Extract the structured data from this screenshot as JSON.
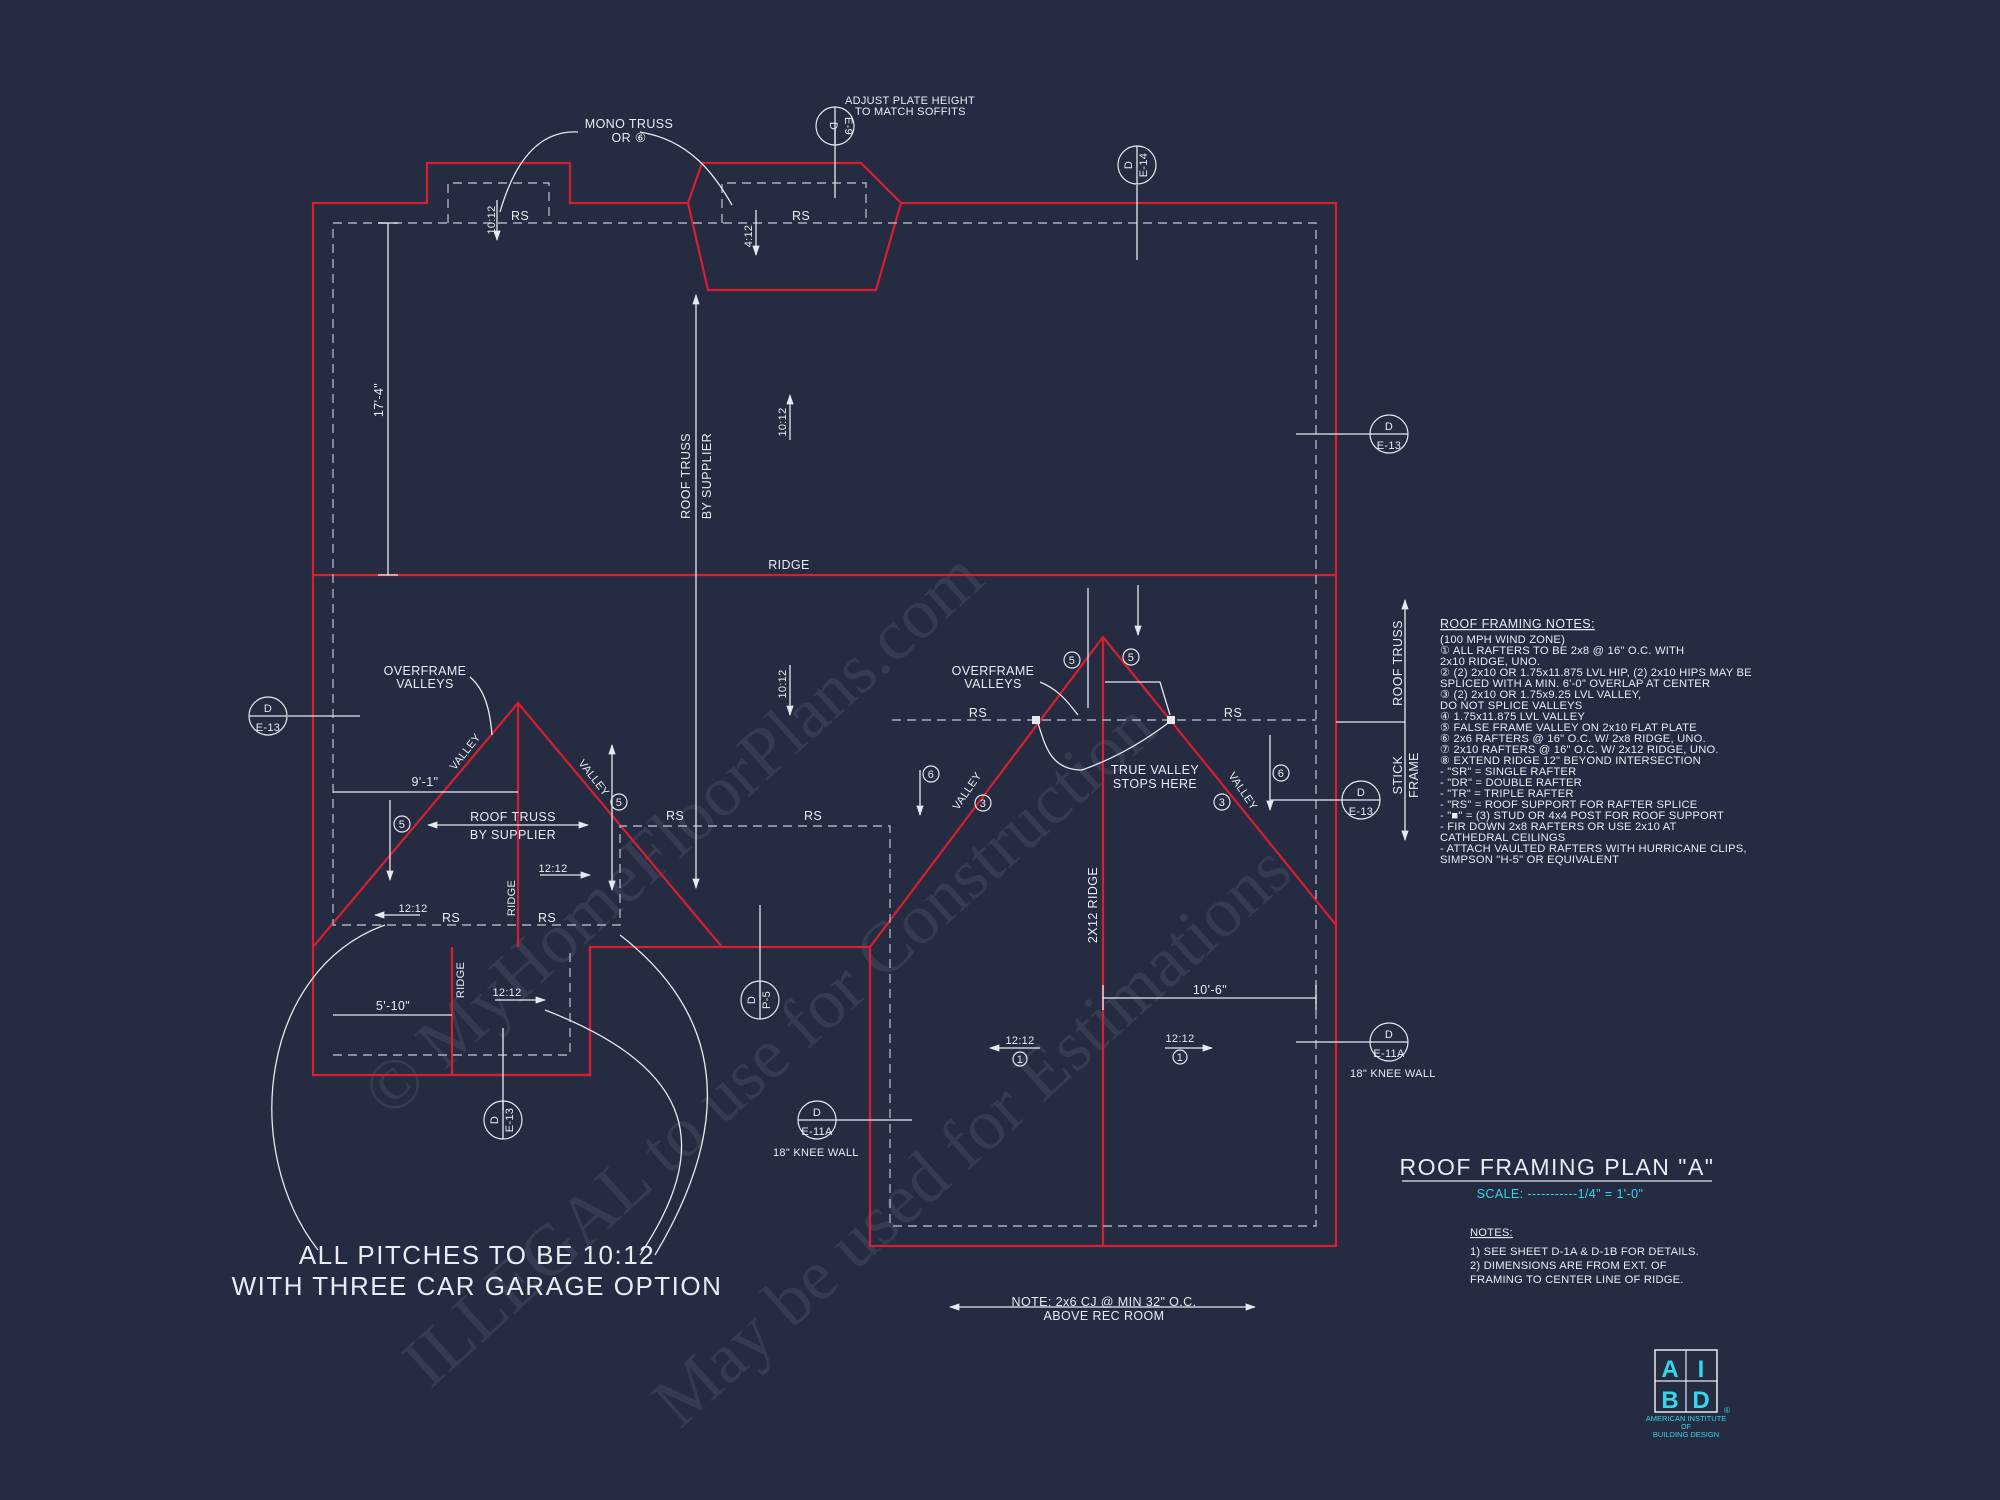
{
  "watermark": {
    "line1": "© MyHomeFloorPlans.com",
    "line2": "ILLEGAL to use for Construction",
    "line3": "May be used for Estimations"
  },
  "plan": {
    "title": "ROOF FRAMING PLAN \"A\"",
    "scale": "SCALE: -----------1/4\" = 1'-0\"",
    "pitch_note": [
      "ALL PITCHES TO BE 10:12",
      "WITH THREE CAR GARAGE OPTION"
    ],
    "cj_note": [
      "NOTE: 2x6 CJ @ MIN 32\" O.C.",
      "ABOVE REC ROOM"
    ]
  },
  "callouts": {
    "mono_truss": [
      "MONO TRUSS",
      "OR ⑥"
    ],
    "adjust_plate": [
      "ADJUST PLATE HEIGHT",
      "TO MATCH SOFFITS"
    ],
    "roof_truss_supplier": [
      "ROOF TRUSS",
      "BY SUPPLIER"
    ],
    "overframe_left": [
      "OVERFRAME",
      "VALLEYS"
    ],
    "overframe_right": [
      "OVERFRAME",
      "VALLEYS"
    ],
    "roof_truss_left": [
      "ROOF TRUSS",
      "BY SUPPLIER"
    ],
    "true_valley": [
      "TRUE VALLEY",
      "STOPS HERE"
    ],
    "knee_wall_right": "18\" KNEE WALL",
    "knee_wall_center": "18\" KNEE WALL",
    "roof_truss_side": "ROOF TRUSS",
    "stick_frame": [
      "STICK",
      "FRAME"
    ]
  },
  "labels": {
    "rs": "RS",
    "ridge": "RIDGE",
    "valley": "VALLEY",
    "ridge_2x12": "2X12 RIDGE",
    "pitch_10_12": "10:12",
    "pitch_12_12": "12:12",
    "pitch_4_12": "4:12",
    "dim_17_4": "17'-4\"",
    "dim_9_1": "9'-1\"",
    "dim_5_10": "5'-10\"",
    "dim_10_6": "10'-6\""
  },
  "sections": {
    "e9": {
      "top": "D",
      "bottom": "E-9"
    },
    "e14": {
      "top": "D",
      "bottom": "E-14"
    },
    "e13a": {
      "top": "D",
      "bottom": "E-13"
    },
    "e13b": {
      "top": "D",
      "bottom": "E-13"
    },
    "e13c": {
      "top": "D",
      "bottom": "E-13"
    },
    "e13d": {
      "top": "D",
      "bottom": "E-13"
    },
    "e11a_right": {
      "top": "D",
      "bottom": "E-11A"
    },
    "e11a_center": {
      "top": "D",
      "bottom": "E-11A"
    },
    "p5": {
      "top": "D",
      "bottom": "P-5"
    }
  },
  "markers": {
    "m1": "1",
    "m3": "3",
    "m5": "5",
    "m6": "6"
  },
  "framing_notes": {
    "heading": "ROOF FRAMING NOTES:",
    "lines": [
      "(100 MPH WIND ZONE)",
      "①  ALL RAFTERS TO BE 2x8 @ 16\" O.C. WITH",
      "     2x10 RIDGE, UNO.",
      "②  (2) 2x10 OR 1.75x11.875 LVL HIP, (2) 2x10 HIPS MAY BE",
      "     SPLICED WITH A MIN. 6'-0\" OVERLAP AT CENTER",
      "③  (2) 2x10 OR 1.75x9.25 LVL VALLEY,",
      "     DO NOT SPLICE VALLEYS",
      "④  1.75x11.875 LVL VALLEY",
      "⑤  FALSE FRAME VALLEY ON 2x10 FLAT PLATE",
      "⑥  2x6 RAFTERS @ 16\" O.C. W/ 2x8 RIDGE, UNO.",
      "⑦  2x10 RAFTERS @ 16\" O.C. W/ 2x12 RIDGE, UNO.",
      "⑧  EXTEND RIDGE 12\" BEYOND INTERSECTION",
      " -  \"SR\" = SINGLE RAFTER",
      " -  \"DR\" = DOUBLE RAFTER",
      " -  \"TR\" = TRIPLE RAFTER",
      " -  \"RS\" = ROOF SUPPORT FOR RAFTER SPLICE",
      " -  \"■\"  = (3) STUD OR 4x4 POST FOR ROOF SUPPORT",
      " -  FIR DOWN 2x8 RAFTERS OR USE 2x10 AT",
      "     CATHEDRAL CEILINGS",
      " -  ATTACH VAULTED RAFTERS WITH HURRICANE CLIPS,",
      "     SIMPSON \"H-5\" OR EQUIVALENT"
    ]
  },
  "notes": {
    "heading": "NOTES:",
    "lines": [
      "1)  SEE SHEET D-1A & D-1B FOR DETAILS.",
      "2)  DIMENSIONS ARE FROM EXT. OF",
      "      FRAMING TO CENTER LINE OF RIDGE."
    ]
  },
  "logo": {
    "letters": [
      "A",
      "I",
      "B",
      "D"
    ],
    "name": [
      "AMERICAN INSTITUTE",
      "OF",
      "BUILDING DESIGN"
    ],
    "mark": "®"
  },
  "colors": {
    "background": "#252b40",
    "lines": "#e6e9ef",
    "walls": "#d81e30",
    "accent": "#35d6ea"
  }
}
